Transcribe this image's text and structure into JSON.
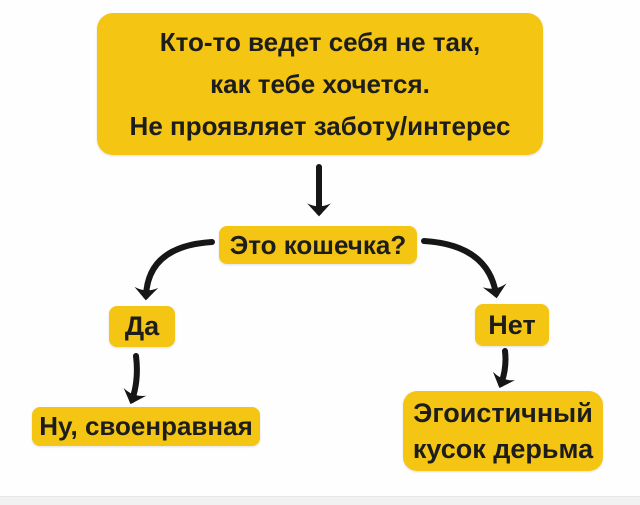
{
  "flowchart": {
    "root": {
      "lines": [
        "Кто-то ведет себя не так,",
        "как тебе хочется.",
        "Не проявляет заботу/интерес"
      ]
    },
    "question": {
      "label": "Это кошечка?"
    },
    "answers": {
      "yes": "Да",
      "no": "Нет"
    },
    "results": {
      "yes": "Ну, своенравная",
      "no_lines": [
        "Эгоистичный",
        "кусок дерьма"
      ]
    }
  },
  "colors": {
    "box_yellow": "#F4C513",
    "arrow_black": "#161616",
    "text_black": "#1d1d1d",
    "background": "#fefefe",
    "bottom_strip": "#f1f1f1"
  }
}
